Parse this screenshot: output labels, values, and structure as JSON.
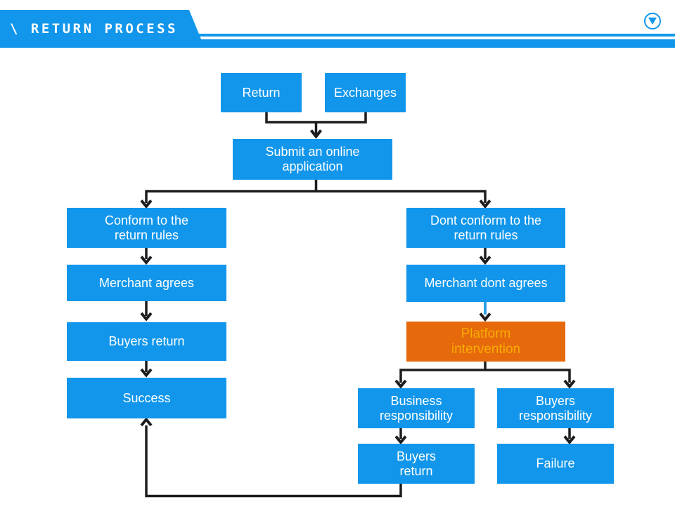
{
  "theme": {
    "accent": "#1196EB",
    "orange": "#E6690C",
    "orange-text": "#F8AC04",
    "line": "#1D1D20",
    "line-blue": "#29A0E6"
  },
  "header": {
    "title": "\\ RETURN PROCESS",
    "dropdown_icon": "circle-down-triangle"
  },
  "flowchart": {
    "nodes": {
      "return": {
        "label": "Return"
      },
      "exchanges": {
        "label": "Exchanges"
      },
      "submit": {
        "label": "Submit an online\napplication"
      },
      "conform": {
        "label": "Conform to the\nreturn rules"
      },
      "merchant_agrees": {
        "label": "Merchant agrees"
      },
      "buyers_return_left": {
        "label": "Buyers return"
      },
      "success": {
        "label": "Success"
      },
      "dont_conform": {
        "label": "Dont conform to the\nreturn rules"
      },
      "merchant_dont_agree": {
        "label": "Merchant dont agrees"
      },
      "platform": {
        "label": "Platform\nintervention"
      },
      "business_resp": {
        "label": "Business\nresponsibility"
      },
      "buyers_resp": {
        "label": "Buyers\nresponsibility"
      },
      "buyers_return_bottom": {
        "label": "Buyers\nreturn"
      },
      "failure": {
        "label": "Failure"
      }
    }
  }
}
